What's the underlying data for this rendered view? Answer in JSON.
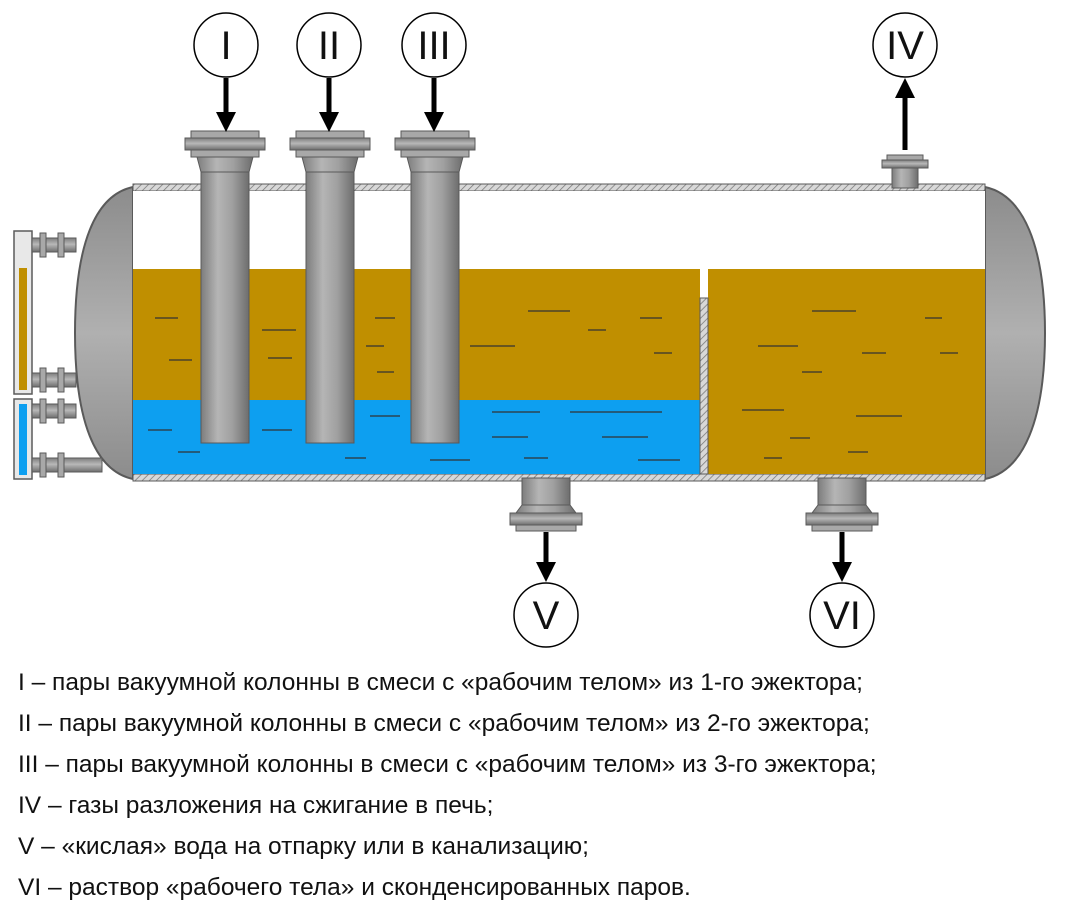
{
  "streams": [
    {
      "id": "I",
      "direction": "in"
    },
    {
      "id": "II",
      "direction": "in"
    },
    {
      "id": "III",
      "direction": "in"
    },
    {
      "id": "IV",
      "direction": "out"
    },
    {
      "id": "V",
      "direction": "out"
    },
    {
      "id": "VI",
      "direction": "out"
    }
  ],
  "legend": [
    "I – пары вакуумной колонны в смеси с «рабочим телом» из 1-го эжектора;",
    "II – пары вакуумной колонны в смеси с «рабочим телом» из 2-го эжектора;",
    "III – пары вакуумной колонны в смеси с «рабочим телом» из 3-го эжектора;",
    "IV – газы разложения на сжигание в печь;",
    "V – «кислая» вода на отпарку или в канализацию;",
    "VI – раствор «рабочего тела» и сконденсированных паров."
  ],
  "colors": {
    "oil": "#c08f00",
    "water": "#0d9ff0",
    "steel": "#9c9c9c",
    "steel_dark": "#6f6f6f",
    "vessel_outline": "#5a5a5a"
  }
}
